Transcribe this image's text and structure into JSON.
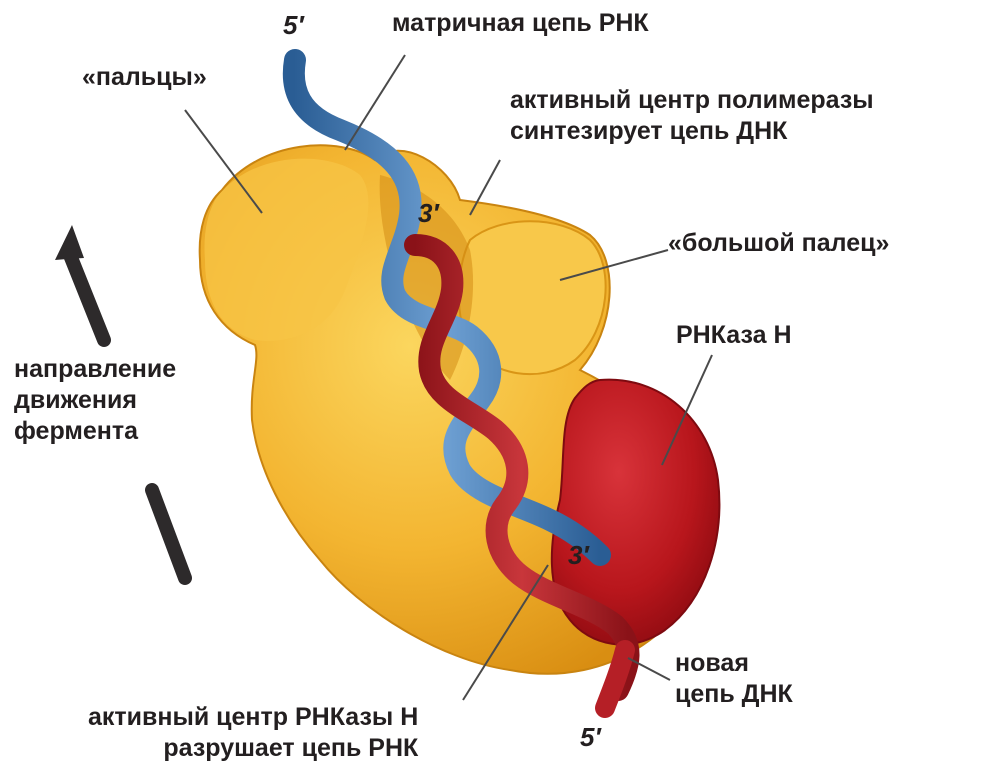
{
  "labels": {
    "template_rna": "матричная цепь РНК",
    "fingers": "«пальцы»",
    "active_center_polymerase": [
      "активный центр полимеразы",
      "синтезирует цепь ДНК"
    ],
    "thumb": "«большой палец»",
    "rnase_h": "РНКаза Н",
    "direction": [
      "направление",
      "движения",
      "фермента"
    ],
    "new_dna": [
      "новая",
      "цепь ДНК"
    ],
    "active_center_rnase_h": [
      "активный центр РНКазы Н",
      "разрушает цепь РНК"
    ]
  },
  "strand_ends": {
    "rna_5_top": "5′",
    "rna_3_center": "3′",
    "dna_3_bottom": "3′",
    "dna_5_bottom": "5′"
  },
  "colors": {
    "enzyme": "#f3b531",
    "enzyme_shadow": "#d98e12",
    "rnase_h": "#b8161c",
    "rna_strand": "#3b73ad",
    "dna_strand": "#a51d24",
    "arrow": "#2d2a2b",
    "text": "#231f20"
  }
}
